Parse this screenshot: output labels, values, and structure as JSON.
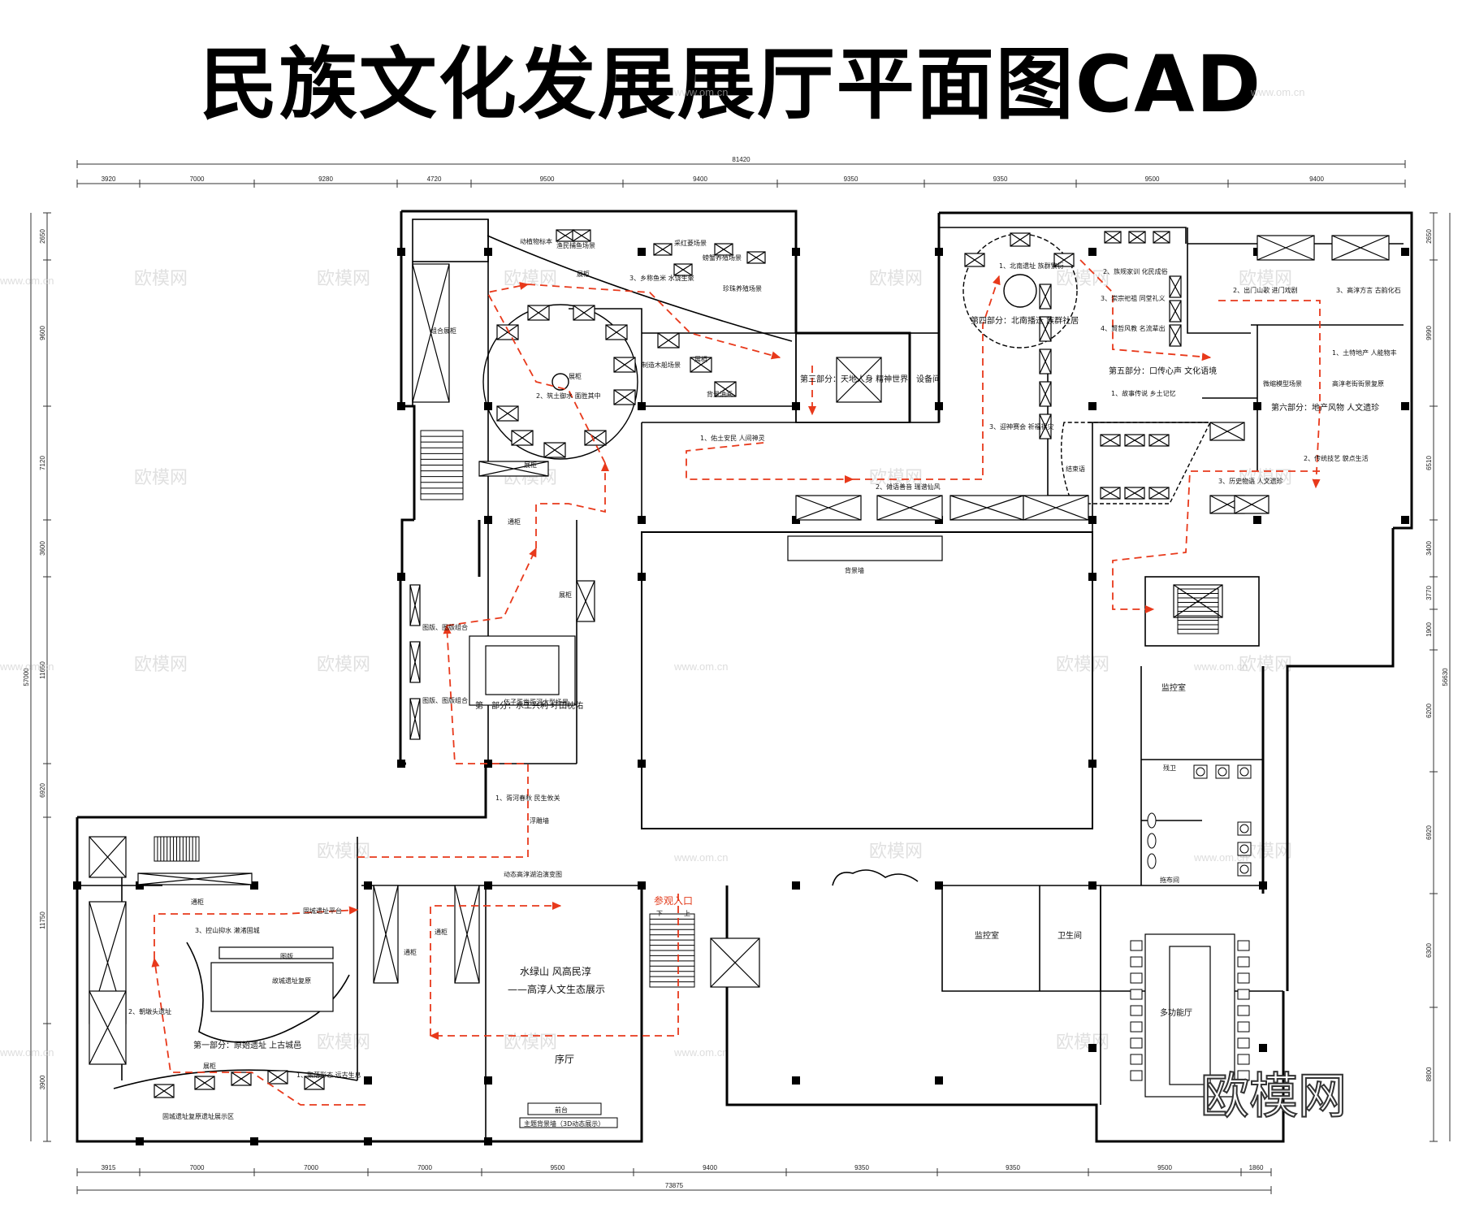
{
  "title": "民族文化发展展厅平面图CAD",
  "colors": {
    "wall": "#000000",
    "route": "#e8391b",
    "watermark": "#c8c8c8"
  },
  "dims_top_total": "81420",
  "dims_top": [
    "3920",
    "7000",
    "9280",
    "4720",
    "9500",
    "9400",
    "9350",
    "9350",
    "9500",
    "9400"
  ],
  "dims_bottom_total": "73875",
  "dims_bottom": [
    "3915",
    "7000",
    "7000",
    "7000",
    "9500",
    "9400",
    "9350",
    "9350",
    "9500",
    "1860"
  ],
  "dims_left_total": "57000",
  "dims_left": [
    "2650",
    "9600",
    "7120",
    "3600",
    "11650",
    "6920",
    "11750",
    "3900"
  ],
  "dims_right_total": "56630",
  "dims_right": [
    "2650",
    "9990",
    "6510",
    "3400",
    "3770",
    "1900",
    "6200",
    "6920",
    "6300",
    "8800"
  ],
  "entrance": "参观入口",
  "stair_dn": "下",
  "stair_up": "上",
  "rooms": {
    "lobby": "序厅",
    "lobby_theme_1": "水绿山 风高民淳",
    "lobby_theme_2": "——高淳人文生态展示",
    "front_desk": "前台",
    "theme_wall": "主题背景墙（3D动态展示）",
    "monitor_1": "监控室",
    "monitor_2": "监控室",
    "restroom": "卫生间",
    "accessible_wc": "残卫",
    "mop_room": "拖布间",
    "multi_hall": "多功能厅",
    "equipment": "设备间",
    "back_wall": "背景墙",
    "conclusion": "结束语"
  },
  "sections": {
    "s1a": "第一部分：原始遗址 上古城邑",
    "s1b": "第一部分：水工兴利 圩田枕佑",
    "s3": "第三部分：天地人身 精神世界",
    "s4": "第四部分：北南播迁 族群社居",
    "s5": "第五部分：口传心声 文化语境",
    "s6": "第六部分：地产风物 人文遗珍"
  },
  "items": {
    "a1": "1、聚落形态 远古生息",
    "a2": "2、朝墩头遗址",
    "a3": "3、控山抑水 濑渚固城",
    "a4": "固城遗址平台",
    "a5": "固城遗址复原遗址展示区",
    "b1": "1、胥河春秋 民生攸关",
    "b2": "2、筑土御水 面胜其中",
    "b3": "3、乡称鱼米 水饶生聚",
    "b4": "伍子胥凿胥河大型场景",
    "c1": "1、佑土安民 人间神灵",
    "c2": "2、傩语善音 瑞谱仙风",
    "c3": "3、迎神赛会 祈福禳灾",
    "d1": "1、北南遗址 族群繁衍",
    "d2": "2、族规家训 化民成俗",
    "d3": "3、崇宗祀祖 同堂礼义",
    "d4": "4、賢哲风教 名流辈出",
    "e1": "1、故事传说 乡土记忆",
    "e2": "2、出门山歌 进门戏剧",
    "e3": "3、高淳方言 古韵化石",
    "f1": "1、土特地产 人能物丰",
    "f2": "2、传统技艺 貌点生活",
    "f3": "3、历史物语 人文遗珍",
    "f4": "高淳老街街景复原",
    "f5": "微缩模型场景"
  },
  "labels": {
    "cabinet": "展柜",
    "corridor_cabinet": "通柜",
    "combo_cabinet": "组合展柜",
    "panel": "图版",
    "scene_fish": "渔民捕鱼场景",
    "scene_lotus": "采红菱场景",
    "scene_crab": "螃蟹养殖场景",
    "scene_pearl": "珍珠养殖场景",
    "scene_boat": "制造木船场景",
    "scene_bg": "背景油画",
    "animals": "动植物标本",
    "panel_combo": "图版、图版组合",
    "relief": "浮雕墙",
    "dynamic": "动态高淳湖泊演变图",
    "gucheng": "故城遗址复原"
  },
  "watermark": "欧模网",
  "watermark_url": "www.om.cn",
  "logo": "欧模网"
}
